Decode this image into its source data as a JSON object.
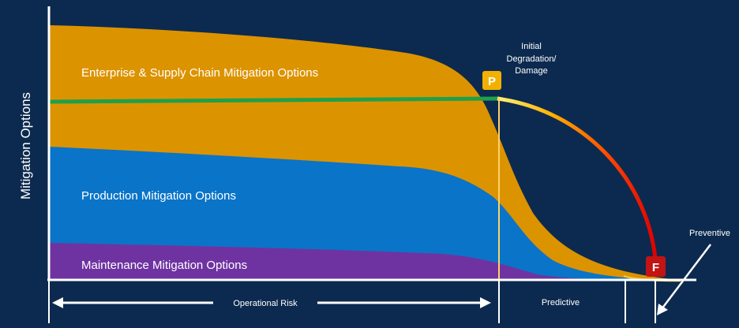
{
  "diagram": {
    "y_axis_label": "Mitigation Options",
    "regions": {
      "enterprise": "Enterprise & Supply Chain Mitigation Options",
      "production": "Production Mitigation Options",
      "maintenance": "Maintenance Mitigation Options"
    },
    "markers": {
      "p": "P",
      "f": "F"
    },
    "annotations": {
      "initial_line1": "Initial",
      "initial_line2": "Degradation/",
      "initial_line3": "Damage",
      "preventive": "Preventive"
    },
    "x_segments": {
      "operational_risk": "Operational Risk",
      "predictive": "Predictive"
    },
    "colors": {
      "background": "#0c2a4f",
      "enterprise": "#dc9300",
      "production": "#0a74c8",
      "maintenance": "#6f33a1",
      "baseline": "#1fa04a",
      "marker_p": "#f2b100",
      "marker_f": "#c21414"
    }
  }
}
